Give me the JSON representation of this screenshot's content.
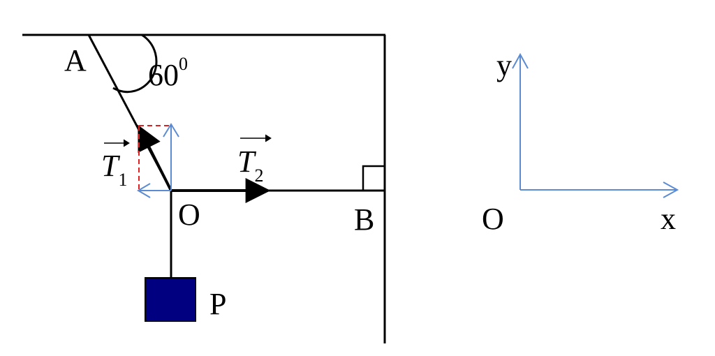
{
  "labels": {
    "A": "A",
    "angle": "60",
    "angle_sup": "0",
    "T1": "T",
    "T1_sub": "1",
    "T2": "T",
    "T2_sub": "2",
    "O": "O",
    "B": "B",
    "P": "P",
    "axes_y": "y",
    "axes_x": "x",
    "axes_origin": "O"
  },
  "colors": {
    "line": "#000000",
    "block": "#000080",
    "component": "#5b8bd2",
    "dashed": "#e02020"
  }
}
